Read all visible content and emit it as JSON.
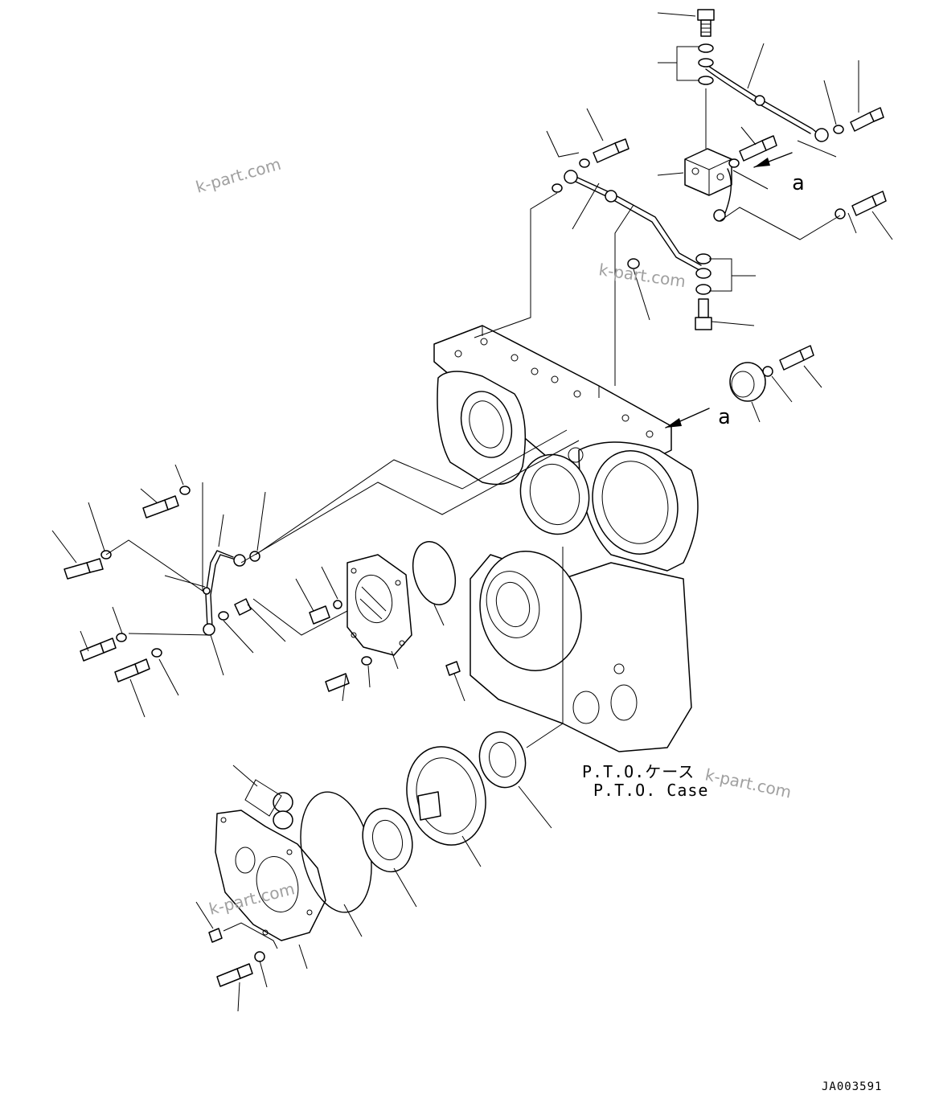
{
  "diagram": {
    "case_label_jp": "P.T.O.ケース",
    "case_label_en": "P.T.O. Case",
    "view_marker_upper": "a",
    "view_marker_lower": "a",
    "drawing_code": "JA003591",
    "watermarks": [
      "k-part.com",
      "k-part.com",
      "k-part.com",
      "k-part.com"
    ]
  }
}
